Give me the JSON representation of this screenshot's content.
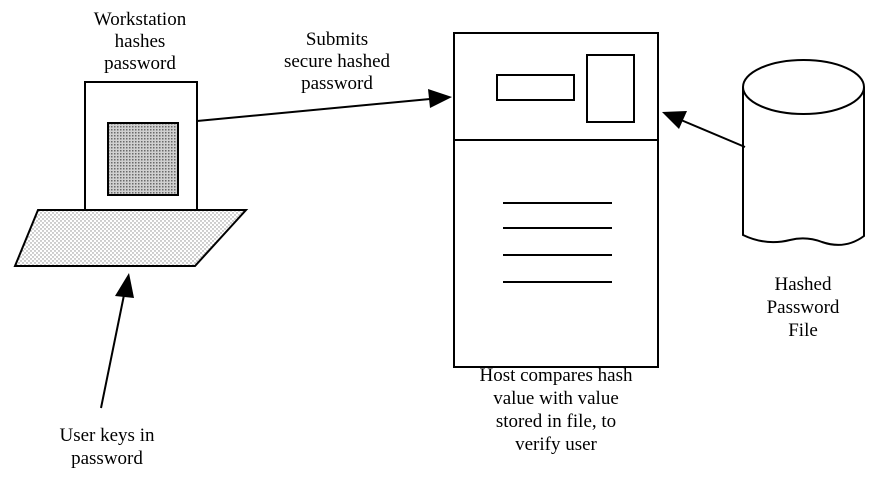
{
  "labels": {
    "workstation": [
      "Workstation",
      "hashes",
      "password"
    ],
    "submits": [
      "Submits",
      "secure hashed",
      "password"
    ],
    "hashed_file": [
      "Hashed",
      "Password",
      "File"
    ],
    "host": [
      "Host compares hash",
      "value with value",
      "stored in file, to",
      "verify user"
    ],
    "user": [
      "User keys in",
      "password"
    ]
  },
  "colors": {
    "stroke": "#000000",
    "fill": "#ffffff",
    "screen_fill": "#c8c8c8",
    "keyboard_fill": "#e6e6e6"
  }
}
